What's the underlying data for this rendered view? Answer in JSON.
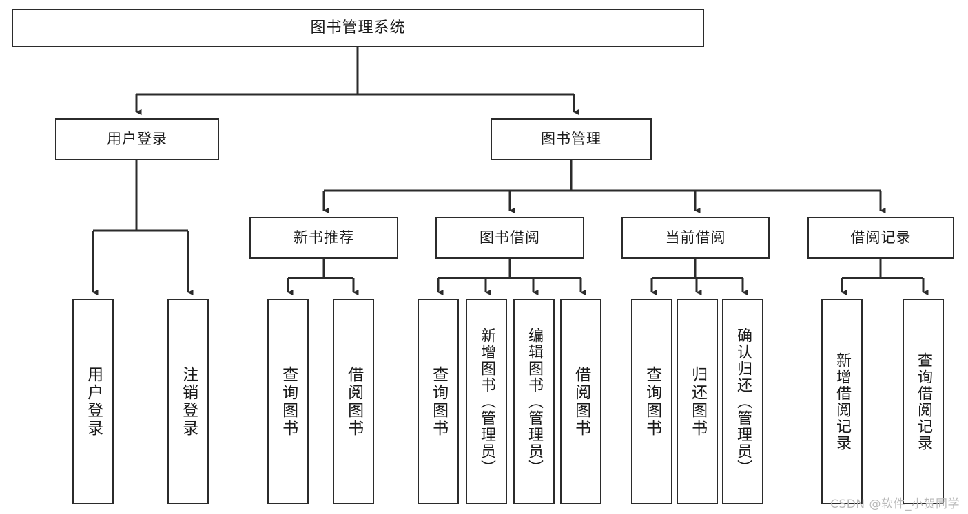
{
  "diagram": {
    "type": "tree",
    "title": "图书管理系统",
    "orientation": "top-down",
    "colors": {
      "box_border": "#2b2b2b",
      "box_fill": "#ffffff",
      "line": "#2b2b2b",
      "text": "#1a1a1a",
      "watermark": "#b9b9b9",
      "background": "#ffffff"
    },
    "root": {
      "label": "图书管理系统"
    },
    "level2": [
      {
        "label": "用户登录"
      },
      {
        "label": "图书管理"
      }
    ],
    "level3": [
      {
        "label": "新书推荐"
      },
      {
        "label": "图书借阅"
      },
      {
        "label": "当前借阅"
      },
      {
        "label": "借阅记录"
      }
    ],
    "leaves": {
      "user_login": [
        {
          "label": "用户登录"
        },
        {
          "label": "注销登录"
        }
      ],
      "new_book": [
        {
          "label": "查询图书"
        },
        {
          "label": "借阅图书"
        }
      ],
      "book_borrow": [
        {
          "label": "查询图书"
        },
        {
          "label": "新增图书（管理员）"
        },
        {
          "label": "编辑图书（管理员）"
        },
        {
          "label": "借阅图书"
        }
      ],
      "current_borrow": [
        {
          "label": "查询图书"
        },
        {
          "label": "归还图书"
        },
        {
          "label": "确认归还（管理员）"
        }
      ],
      "borrow_record": [
        {
          "label": "新增借阅记录"
        },
        {
          "label": "查询借阅记录"
        }
      ]
    }
  },
  "watermark": {
    "text": "CSDN @软件_小贺同学"
  }
}
